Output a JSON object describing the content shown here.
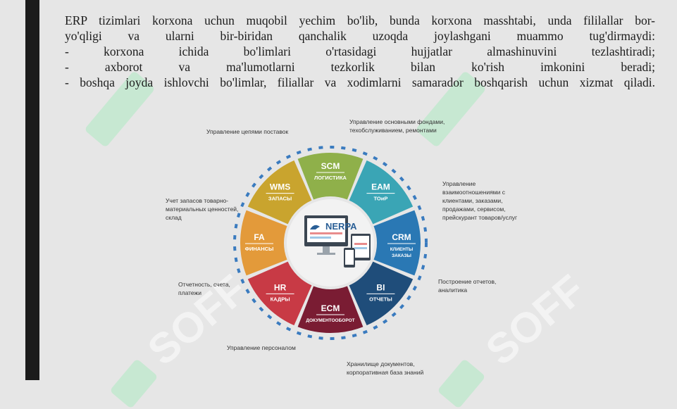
{
  "paragraph": {
    "line1": "ERP tizimlari korxona uchun muqobil yechim bo'lib, bunda korxona masshtabi, unda fililallar bor-",
    "line2": "yo'qligi va ularni bir-biridan qanchalik uzoqda joylashgani muammo tug'dirmaydi:",
    "line3": "- korxona ichida bo'limlari o'rtasidagi hujjatlar almashinuvini tezlashtiradi;",
    "line4": "- axborot va ma'lumotlarni tezkorlik bilan ko'rish imkonini beradi;",
    "line5": "- boshqa joyda ishlovchi bo'limlar, filiallar va xodimlarni samarador boshqarish uchun xizmat qiladi."
  },
  "diagram": {
    "center_logo": "NERPA",
    "segments": [
      {
        "code": "SCM",
        "name": "ЛОГИСТИКА",
        "color": "#8fb04a"
      },
      {
        "code": "EAM",
        "name": "ТОиР",
        "color": "#3aa5b5"
      },
      {
        "code": "CRM",
        "name": "КЛИЕНТЫ ЗАКАЗЫ",
        "color": "#2a78b4"
      },
      {
        "code": "BI",
        "name": "ОТЧЕТЫ",
        "color": "#1f4d7a"
      },
      {
        "code": "ECM",
        "name": "ДОКУМЕНТООБОРОТ",
        "color": "#7a1c33"
      },
      {
        "code": "HR",
        "name": "КАДРЫ",
        "color": "#c83a45"
      },
      {
        "code": "FA",
        "name": "ФИНАНСЫ",
        "color": "#e39a3a"
      },
      {
        "code": "WMS",
        "name": "ЗАПАСЫ",
        "color": "#c9a42e"
      }
    ],
    "labels": {
      "scm": "Управление цепями поставок",
      "eam": "Управление основными фондами, техобслуживанием, ремонтами",
      "crm": "Управление взаимоотношениями с клиентами, заказами, продажами, сервисом, прейскурант товаров/услуг",
      "bi": "Построение отчетов, аналитика",
      "ecm": "Хранилище документов, корпоративная база знаний",
      "hr": "Управление персоналом",
      "fa": "Отчетность, счета, платежи",
      "wms": "Учет запасов товарно-материальных ценностей, склад"
    }
  },
  "watermark": "SOFF"
}
